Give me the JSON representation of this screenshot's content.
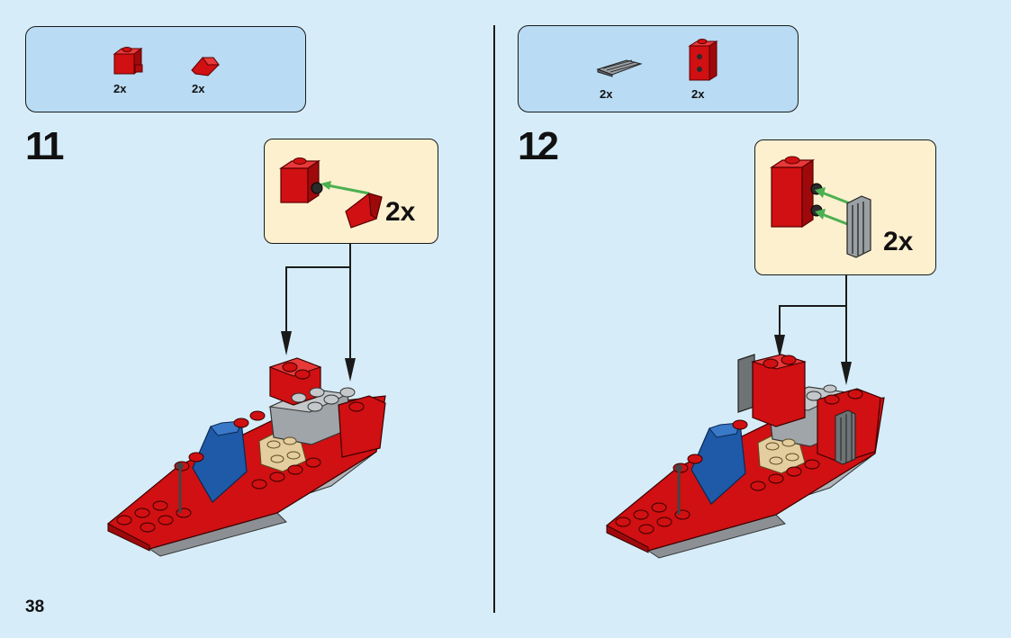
{
  "page": {
    "number": "38"
  },
  "steps": [
    {
      "number": "11",
      "parts": [
        {
          "icon": "red-bracket-brick-icon",
          "count": "2x"
        },
        {
          "icon": "red-slope-brick-icon",
          "count": "2x"
        }
      ],
      "callout": {
        "count": "2x"
      }
    },
    {
      "number": "12",
      "parts": [
        {
          "icon": "grey-grille-tile-icon",
          "count": "2x"
        },
        {
          "icon": "red-brick-studs-side-icon",
          "count": "2x"
        }
      ],
      "callout": {
        "count": "2x"
      }
    }
  ],
  "colors": {
    "background": "#d6edf9",
    "parts_box": "#b9dbf3",
    "callout": "#fdf0cf",
    "brick_red": "#d01012",
    "brick_blue": "#1e5aa8",
    "brick_tan": "#e4cd9e",
    "brick_grey": "#a0a5a9",
    "arrow_green": "#4cb050"
  }
}
